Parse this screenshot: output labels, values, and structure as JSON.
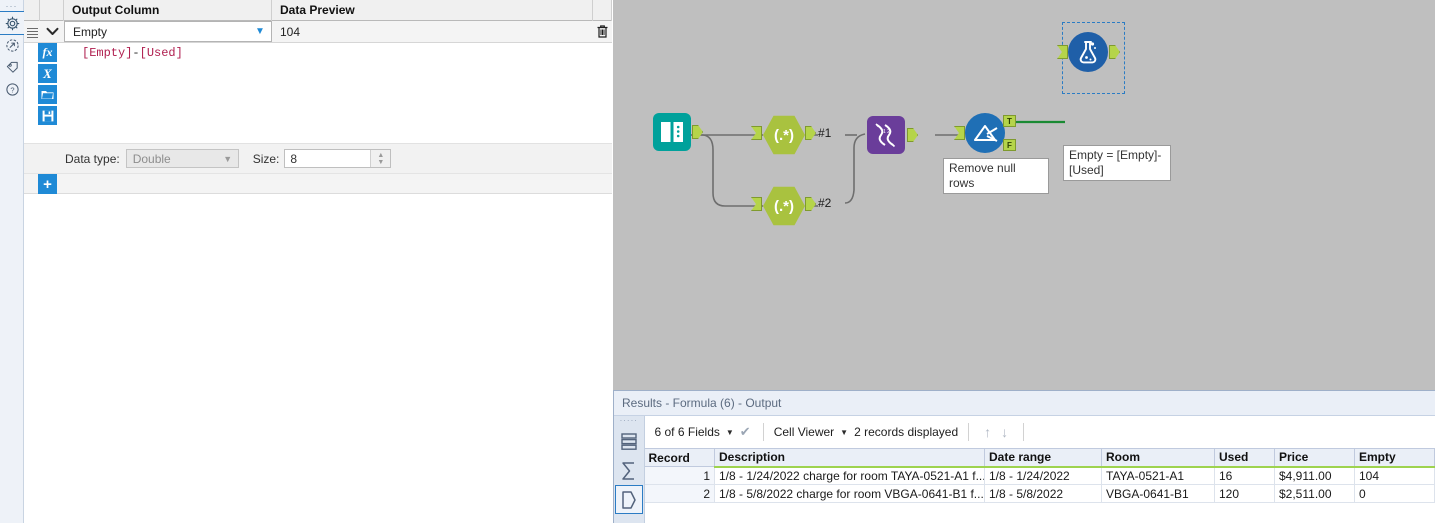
{
  "config": {
    "rail_icons": [
      {
        "name": "gear-icon",
        "selected": true
      },
      {
        "name": "run-arrow-icon",
        "selected": false
      },
      {
        "name": "tag-icon",
        "selected": false
      },
      {
        "name": "help-icon",
        "selected": false
      }
    ],
    "headers": {
      "output_column": "Output Column",
      "data_preview": "Data Preview"
    },
    "field_row": {
      "output_column_value": "Empty",
      "data_preview_value": "104",
      "delete_icon": "trash-icon",
      "grip_icon": "drag-grip-icon",
      "collapse_icon": "chevron-down-icon",
      "dropdown_icon": "chevron-down-icon"
    },
    "expression_tools": [
      {
        "name": "fx-insert-function-icon",
        "glyph": "fx"
      },
      {
        "name": "variable-icon",
        "glyph": "X"
      },
      {
        "name": "open-folder-icon",
        "glyph": "folder"
      },
      {
        "name": "save-icon",
        "glyph": "save"
      }
    ],
    "expression": {
      "full": "[Empty]-[Used]",
      "tokens": [
        "[Empty]",
        "-",
        "[Used]"
      ]
    },
    "data_type": {
      "label": "Data type:",
      "value": "Double",
      "size_label": "Size:",
      "size_value": "8"
    },
    "add_button_label": "+"
  },
  "canvas": {
    "nodes": [
      {
        "name": "input-data-node",
        "icon": "book-icon",
        "label": ""
      },
      {
        "name": "regex-node-1",
        "icon": "regex-icon",
        "label": "(.*)"
      },
      {
        "name": "regex-node-2",
        "icon": "regex-icon",
        "label": "(.*)"
      },
      {
        "name": "transpose-node",
        "icon": "transpose-icon",
        "label": ""
      },
      {
        "name": "filter-node",
        "icon": "filter-funnel-icon",
        "label": ""
      },
      {
        "name": "formula-node",
        "icon": "flask-icon",
        "label": ""
      }
    ],
    "connection_labels": [
      "#1",
      "#2"
    ],
    "filter_ports": [
      "T",
      "F"
    ],
    "annotations": [
      {
        "name": "filter-annotation",
        "text": "Remove null rows"
      },
      {
        "name": "formula-annotation",
        "text": "Empty = [Empty]-[Used]"
      }
    ],
    "colors": {
      "input": "#00a19b",
      "regex": "#a9c23f",
      "transpose": "#6a3d9a",
      "filter": "#1f6fb5",
      "formula": "#1f5fa8",
      "selection": "#2b7cc4",
      "active_wire": "#1a8a33",
      "wire": "#6e6e6e",
      "background": "#bfbfbf"
    }
  },
  "results": {
    "title": "Results - Formula (6) - Output",
    "rail_icons": [
      {
        "name": "table-view-icon",
        "selected": false
      },
      {
        "name": "summary-sigma-icon",
        "selected": false
      },
      {
        "name": "data-shape-icon",
        "selected": true
      }
    ],
    "toolbar": {
      "fields_label": "6 of 6 Fields",
      "check_icon": "checkmark-icon",
      "view_label": "Cell Viewer",
      "records_label": "2 records displayed",
      "up_arrow_icon": "arrow-up-icon",
      "down_arrow_icon": "arrow-down-icon"
    },
    "table": {
      "columns": [
        "Record",
        "Description",
        "Date range",
        "Room",
        "Used",
        "Price",
        "Empty"
      ],
      "rows": [
        {
          "Record": "1",
          "Description": "1/8 - 1/24/2022 charge for room TAYA-0521-A1 f...",
          "Date range": "1/8 - 1/24/2022",
          "Room": "TAYA-0521-A1",
          "Used": "16",
          "Price": "$4,911.00",
          "Empty": "104"
        },
        {
          "Record": "2",
          "Description": "1/8 - 5/8/2022 charge for room VBGA-0641-B1 f...",
          "Date range": "1/8 - 5/8/2022",
          "Room": "VBGA-0641-B1",
          "Used": "120",
          "Price": "$2,511.00",
          "Empty": "0"
        }
      ]
    }
  }
}
